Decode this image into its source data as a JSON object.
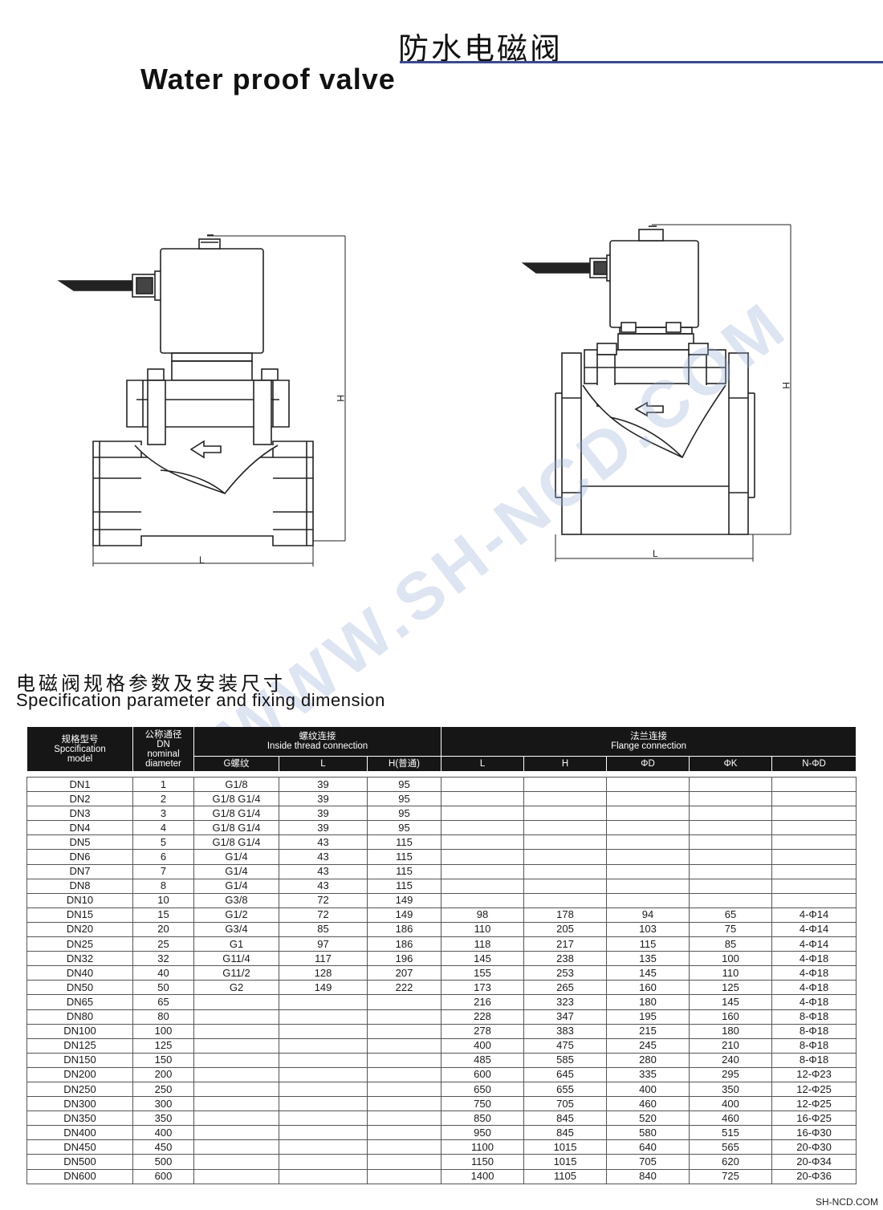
{
  "header": {
    "title_cn": "防水电磁阀",
    "title_en": "Water proof valve"
  },
  "drawing": {
    "left_valve": {
      "dim_h": "H",
      "dim_l": "L"
    },
    "right_valve": {
      "dim_h": "H",
      "dim_l": "L"
    }
  },
  "watermark": "WWW.SH-NCD.COM",
  "section": {
    "title_cn": "电磁阀规格参数及安装尺寸",
    "title_en": "Specification parameter and fixing dimension"
  },
  "table": {
    "head": {
      "model_cn": "规格型号",
      "model_en1": "Spccification",
      "model_en2": "model",
      "dn_cn": "公称通径",
      "dn_en1": "DN",
      "dn_en2": "nominal",
      "dn_en3": "diameter",
      "thread_cn": "螺纹连接",
      "thread_en": "Inside thread connection",
      "flange_cn": "法兰连接",
      "flange_en": "Flange connection",
      "g_thread": "G螺纹",
      "thread_l": "L",
      "thread_h": "H(普通)",
      "flange_l": "L",
      "flange_h": "H",
      "flange_d": "ΦD",
      "flange_k": "ΦK",
      "flange_n": "N-ΦD"
    },
    "rows": [
      [
        "DN1",
        "1",
        "G1/8",
        "39",
        "95",
        "",
        "",
        "",
        "",
        ""
      ],
      [
        "DN2",
        "2",
        "G1/8 G1/4",
        "39",
        "95",
        "",
        "",
        "",
        "",
        ""
      ],
      [
        "DN3",
        "3",
        "G1/8 G1/4",
        "39",
        "95",
        "",
        "",
        "",
        "",
        ""
      ],
      [
        "DN4",
        "4",
        "G1/8 G1/4",
        "39",
        "95",
        "",
        "",
        "",
        "",
        ""
      ],
      [
        "DN5",
        "5",
        "G1/8 G1/4",
        "43",
        "115",
        "",
        "",
        "",
        "",
        ""
      ],
      [
        "DN6",
        "6",
        "G1/4",
        "43",
        "115",
        "",
        "",
        "",
        "",
        ""
      ],
      [
        "DN7",
        "7",
        "G1/4",
        "43",
        "115",
        "",
        "",
        "",
        "",
        ""
      ],
      [
        "DN8",
        "8",
        "G1/4",
        "43",
        "115",
        "",
        "",
        "",
        "",
        ""
      ],
      [
        "DN10",
        "10",
        "G3/8",
        "72",
        "149",
        "",
        "",
        "",
        "",
        ""
      ],
      [
        "DN15",
        "15",
        "G1/2",
        "72",
        "149",
        "98",
        "178",
        "94",
        "65",
        "4-Φ14"
      ],
      [
        "DN20",
        "20",
        "G3/4",
        "85",
        "186",
        "110",
        "205",
        "103",
        "75",
        "4-Φ14"
      ],
      [
        "DN25",
        "25",
        "G1",
        "97",
        "186",
        "118",
        "217",
        "115",
        "85",
        "4-Φ14"
      ],
      [
        "DN32",
        "32",
        "G11/4",
        "117",
        "196",
        "145",
        "238",
        "135",
        "100",
        "4-Φ18"
      ],
      [
        "DN40",
        "40",
        "G11/2",
        "128",
        "207",
        "155",
        "253",
        "145",
        "110",
        "4-Φ18"
      ],
      [
        "DN50",
        "50",
        "G2",
        "149",
        "222",
        "173",
        "265",
        "160",
        "125",
        "4-Φ18"
      ],
      [
        "DN65",
        "65",
        "",
        "",
        "",
        "216",
        "323",
        "180",
        "145",
        "4-Φ18"
      ],
      [
        "DN80",
        "80",
        "",
        "",
        "",
        "228",
        "347",
        "195",
        "160",
        "8-Φ18"
      ],
      [
        "DN100",
        "100",
        "",
        "",
        "",
        "278",
        "383",
        "215",
        "180",
        "8-Φ18"
      ],
      [
        "DN125",
        "125",
        "",
        "",
        "",
        "400",
        "475",
        "245",
        "210",
        "8-Φ18"
      ],
      [
        "DN150",
        "150",
        "",
        "",
        "",
        "485",
        "585",
        "280",
        "240",
        "8-Φ18"
      ],
      [
        "DN200",
        "200",
        "",
        "",
        "",
        "600",
        "645",
        "335",
        "295",
        "12-Φ23"
      ],
      [
        "DN250",
        "250",
        "",
        "",
        "",
        "650",
        "655",
        "400",
        "350",
        "12-Φ25"
      ],
      [
        "DN300",
        "300",
        "",
        "",
        "",
        "750",
        "705",
        "460",
        "400",
        "12-Φ25"
      ],
      [
        "DN350",
        "350",
        "",
        "",
        "",
        "850",
        "845",
        "520",
        "460",
        "16-Φ25"
      ],
      [
        "DN400",
        "400",
        "",
        "",
        "",
        "950",
        "845",
        "580",
        "515",
        "16-Φ30"
      ],
      [
        "DN450",
        "450",
        "",
        "",
        "",
        "1100",
        "1015",
        "640",
        "565",
        "20-Φ30"
      ],
      [
        "DN500",
        "500",
        "",
        "",
        "",
        "1150",
        "1015",
        "705",
        "620",
        "20-Φ34"
      ],
      [
        "DN600",
        "600",
        "",
        "",
        "",
        "1400",
        "1105",
        "840",
        "725",
        "20-Φ36"
      ]
    ]
  },
  "footer": {
    "site": "SH-NCD.COM"
  }
}
